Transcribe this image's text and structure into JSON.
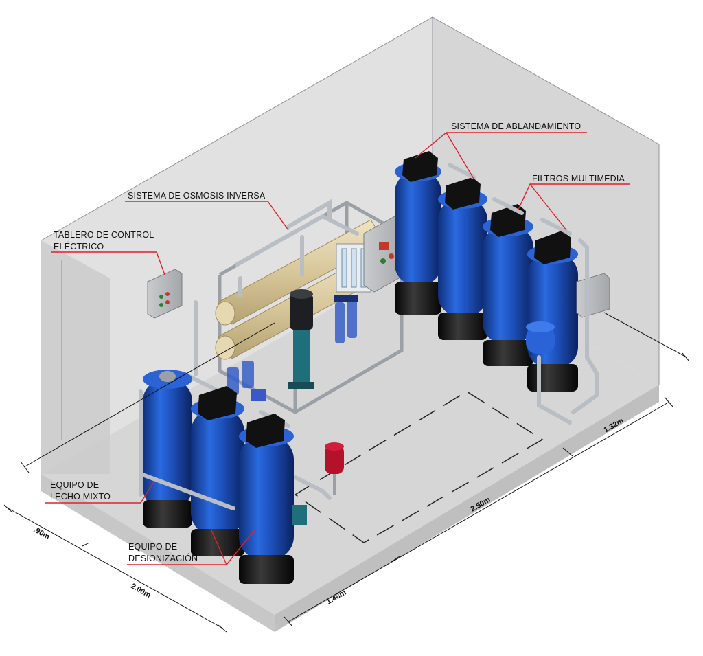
{
  "labels": {
    "softening": "SISTEMA DE ABLANDAMIENTO",
    "multimedia": "FILTROS MULTIMEDIA",
    "osmosis": "SISTEMA DE OSMOSIS INVERSA",
    "control_line1": "TABLERO DE CONTROL",
    "control_line2": "ELÉCTRICO",
    "mixed_line1": "EQUIPO DE",
    "mixed_line2": "LECHO MIXTO",
    "deion_line1": "EQUIPO DE",
    "deion_line2": "DESIONIZACIÓN"
  },
  "dimensions": {
    "d090": ".90m",
    "d200": "2.00m",
    "d148": "1.48m",
    "d250": "2.50m",
    "d132": "1.32m"
  },
  "colors": {
    "leader": "#e0202a",
    "tank_blue": "#1f56c8",
    "tank_base": "#1a1a1a",
    "room": "#d9d9d9"
  }
}
